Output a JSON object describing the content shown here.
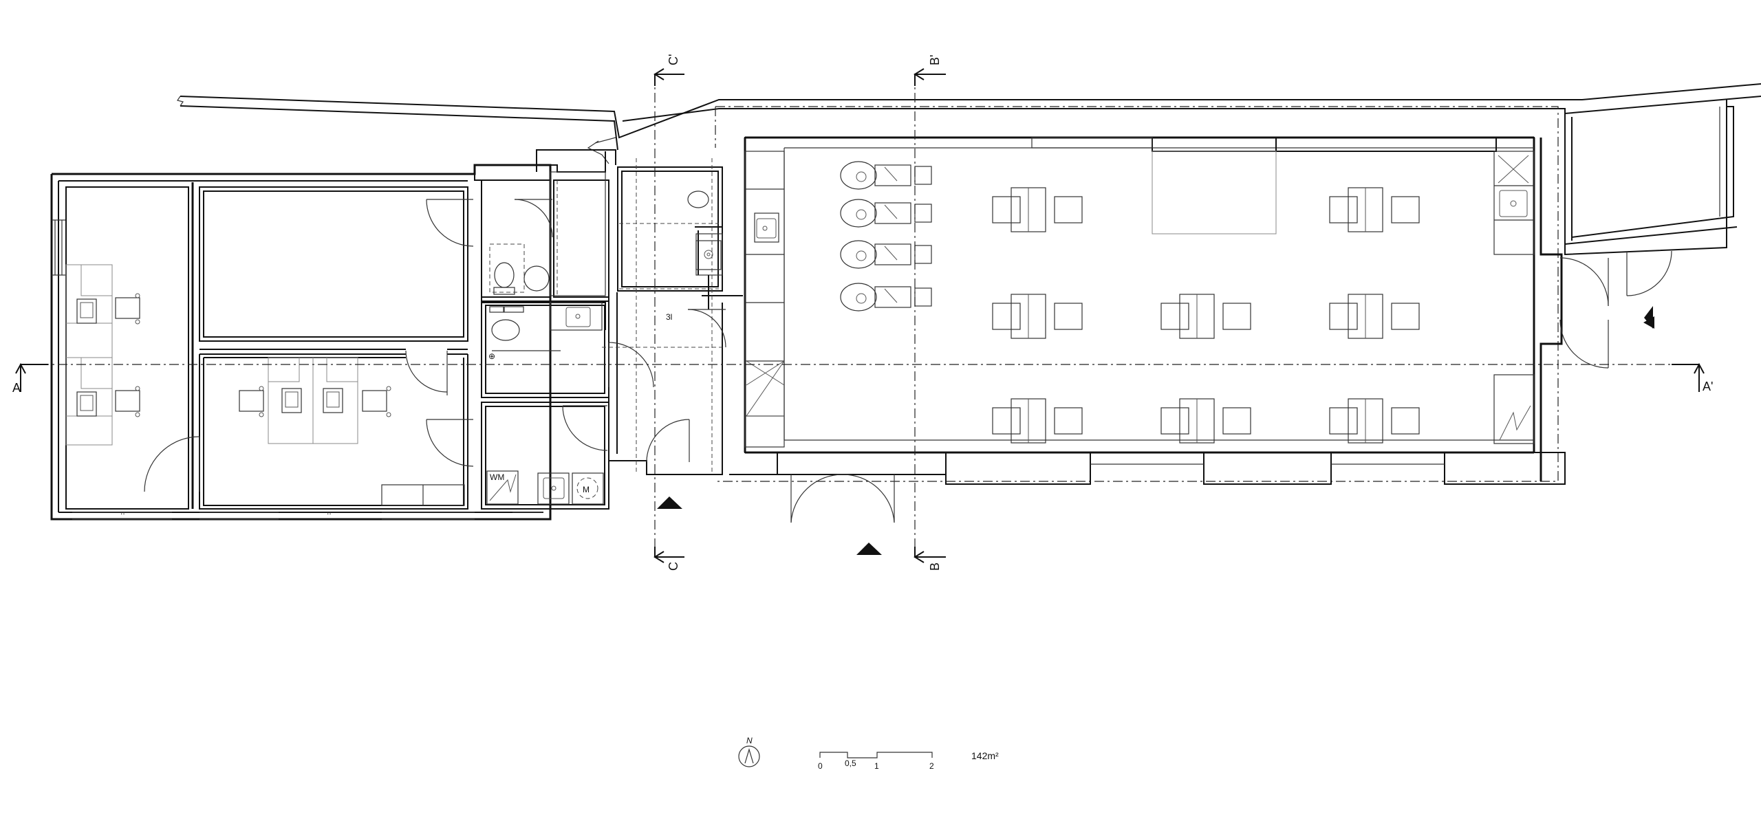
{
  "section_marks": {
    "a_left": "A",
    "a_right": "A'",
    "b_top": "B'",
    "b_bottom": "B",
    "c_top": "C'",
    "c_bottom": "C"
  },
  "north_arrow": {
    "label": "N"
  },
  "scale_bar": {
    "ticks": [
      "0",
      "0,5",
      "1",
      "2"
    ]
  },
  "area": "142m²",
  "room_label": "3l",
  "fixture_labels": {
    "washer": "WM",
    "dryer": "M"
  }
}
